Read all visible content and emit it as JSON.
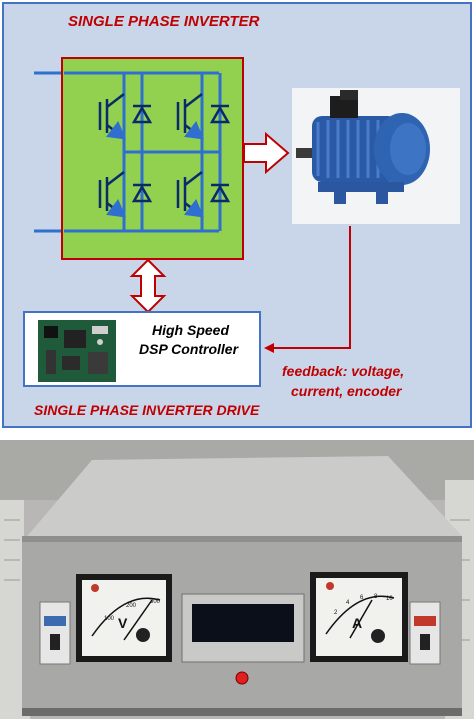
{
  "diagram": {
    "top_title": "SINGLE PHASE INVERTER",
    "controller_label_line1": "High Speed",
    "controller_label_line2": "DSP Controller",
    "feedback_line1": "feedback: voltage,",
    "feedback_line2": "current, encoder",
    "bottom_title": "SINGLE PHASE INVERTER DRIVE"
  },
  "colors": {
    "panel_bg": "#c9d5e8",
    "panel_border": "#4472c4",
    "inverter_fill": "#92d050",
    "accent_red": "#c00000",
    "wire_blue": "#2e6fd0"
  },
  "photo": {
    "voltmeter_unit": "V",
    "ammeter_unit": "A",
    "voltmeter_ticks": [
      "100",
      "200",
      "300"
    ],
    "ammeter_ticks": [
      "2",
      "4",
      "6",
      "8",
      "10"
    ]
  }
}
